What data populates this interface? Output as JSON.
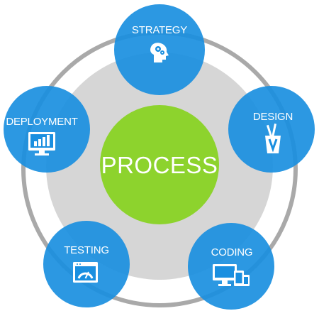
{
  "diagram": {
    "center_label": "PROCESS",
    "steps": [
      {
        "label": "STRATEGY",
        "icon": "head-gears-icon"
      },
      {
        "label": "DESIGN",
        "icon": "pencil-cup-icon"
      },
      {
        "label": "CODING",
        "icon": "devices-icon"
      },
      {
        "label": "TESTING",
        "icon": "speedometer-window-icon"
      },
      {
        "label": "DEPLOYMENT",
        "icon": "monitor-chart-icon"
      }
    ],
    "colors": {
      "step_fill": "#1a8fe0",
      "center_fill": "#8dd32d",
      "ring": "#a9a9a9",
      "disc": "#d6d6d6"
    }
  }
}
